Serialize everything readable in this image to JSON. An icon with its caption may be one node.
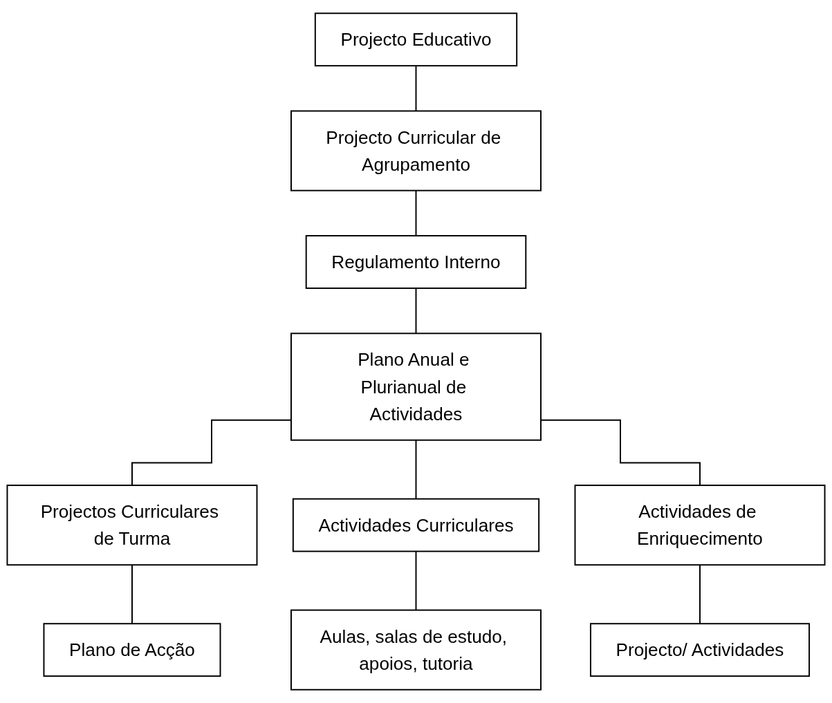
{
  "diagram": {
    "nodes": [
      {
        "text": [
          "Projecto Educativo"
        ]
      },
      {
        "text": [
          "Projecto Curricular de Agrupamento"
        ]
      },
      {
        "text": [
          "Regulamento Interno"
        ]
      },
      {
        "text": [
          "Plano Anual e Plurianual de Actividades"
        ]
      },
      {
        "text": [
          "Projectos Curriculares de Turma"
        ]
      },
      {
        "text": [
          "Actividades Curriculares"
        ]
      },
      {
        "text": [
          "Actividades de Enriquecimento"
        ]
      },
      {
        "text": [
          "Plano de Acção"
        ]
      },
      {
        "text": [
          "Aulas, salas de estudo, apoios, tutoria"
        ]
      },
      {
        "text": [
          "Projecto/ Actividades"
        ]
      }
    ],
    "edges": [
      {
        "from": 0,
        "to": 1,
        "arrow": "none"
      },
      {
        "from": 1,
        "to": 2,
        "arrow": "none"
      },
      {
        "from": 2,
        "to": 3,
        "arrow": "none"
      },
      {
        "from": 3,
        "to": 4,
        "arrow": "none"
      },
      {
        "from": 3,
        "to": 5,
        "arrow": "none"
      },
      {
        "from": 3,
        "to": 6,
        "arrow": "none"
      },
      {
        "from": 4,
        "to": 7,
        "arrow": "none"
      },
      {
        "from": 5,
        "to": 8,
        "arrow": "none"
      },
      {
        "from": 6,
        "to": 9,
        "arrow": "none"
      }
    ]
  }
}
